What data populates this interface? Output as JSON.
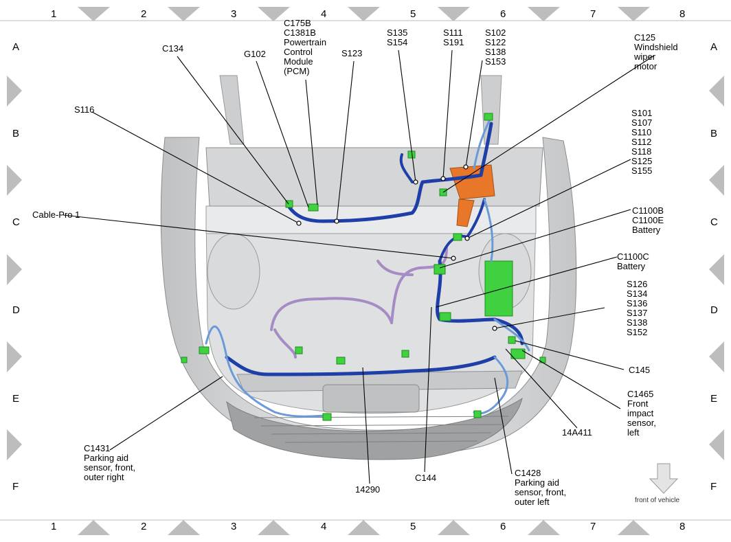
{
  "grid": {
    "columns": [
      "1",
      "2",
      "3",
      "4",
      "5",
      "6",
      "7",
      "8"
    ],
    "rows": [
      "A",
      "B",
      "C",
      "D",
      "E",
      "F"
    ]
  },
  "callouts": {
    "c134": [
      "C134"
    ],
    "g102": [
      "G102"
    ],
    "c175b": [
      "C175B",
      "C1381B",
      "Powertrain",
      "Control",
      "Module",
      "(PCM)"
    ],
    "s123": [
      "S123"
    ],
    "s135": [
      "S135",
      "S154"
    ],
    "s111": [
      "S111",
      "S191"
    ],
    "s102": [
      "S102",
      "S122",
      "S138",
      "S153"
    ],
    "c125": [
      "C125",
      "Windshield",
      "wiper",
      "motor"
    ],
    "s116": [
      "S116"
    ],
    "s101": [
      "S101",
      "S107",
      "S110",
      "S112",
      "S118",
      "S125",
      "S155"
    ],
    "cablepro": [
      "Cable-Pro 1"
    ],
    "c1100b": [
      "C1100B",
      "C1100E",
      "Battery"
    ],
    "c1100c": [
      "C1100C",
      "Battery"
    ],
    "s126": [
      "S126",
      "S134",
      "S136",
      "S137",
      "S138",
      "S152"
    ],
    "c145": [
      "C145"
    ],
    "c1465": [
      "C1465",
      "Front",
      "impact",
      "sensor,",
      "left"
    ],
    "a14411": [
      "14A411"
    ],
    "c1431": [
      "C1431",
      "Parking aid",
      "sensor, front,",
      "outer right"
    ],
    "n14290": [
      "14290"
    ],
    "c144": [
      "C144"
    ],
    "c1428": [
      "C1428",
      "Parking aid",
      "sensor, front,",
      "outer left"
    ]
  },
  "front_note": "front of vehicle",
  "colors": {
    "harness_dark": "#1f3fa8",
    "harness_light": "#6a9ad8",
    "harness_purple": "#a58cc4",
    "connector": "#3fd13f",
    "battery": "#3fd13f",
    "orange_part": "#e8772a",
    "vehicle_grey": "#c9cbcd"
  }
}
